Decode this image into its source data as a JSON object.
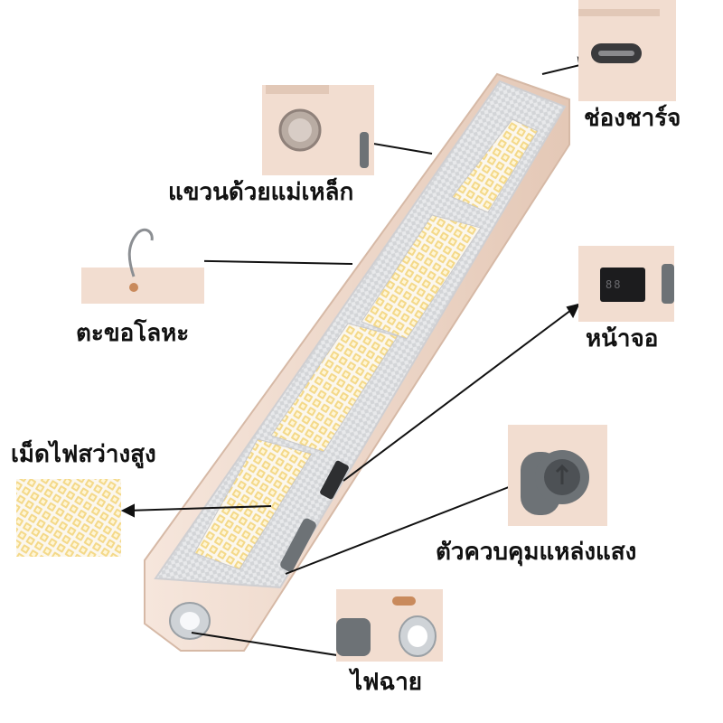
{
  "labels": {
    "charging_port": "ช่องชาร์จ",
    "magnet_hang": "แขวนด้วยแม่เหล็ก",
    "metal_hook": "ตะขอโลหะ",
    "display": "หน้าจอ",
    "led_beads": "เม็ดไฟสว่างสูง",
    "light_control": "ตัวควบคุมแหล่งแสง",
    "flashlight": "ไฟฉาย"
  },
  "display_readout": "88",
  "colors": {
    "body": "#f2ddd0",
    "body_shadow": "#dcc0b0",
    "led_warm": "#f4d98a",
    "led_cool": "#fbf7ee",
    "diffuser": "#e9eaec",
    "button_gray": "#6d7276",
    "text": "#111111"
  }
}
